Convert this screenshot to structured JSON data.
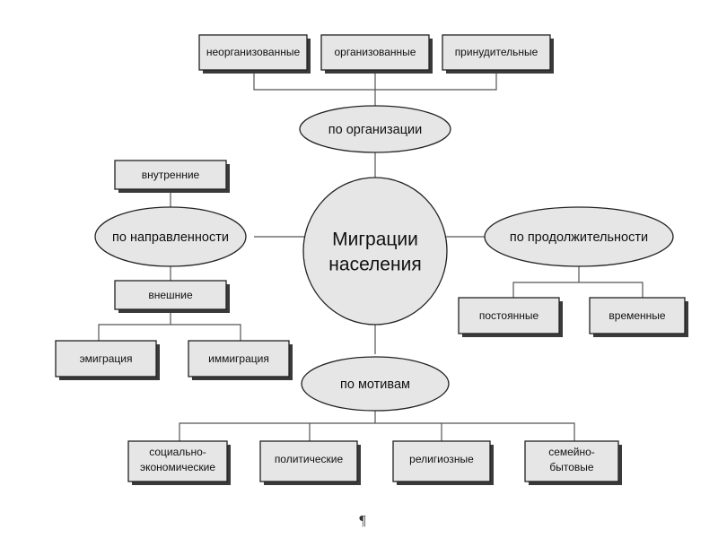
{
  "center": {
    "line1": "Миграции",
    "line2": "населения"
  },
  "organization": {
    "label": "по организации",
    "items": [
      "неорганизованные",
      "организованные",
      "принудительные"
    ]
  },
  "direction": {
    "label": "по направленности",
    "internal": "внутренние",
    "external": "внешние",
    "external_items": [
      "эмиграция",
      "иммиграция"
    ]
  },
  "duration": {
    "label": "по продолжительности",
    "items": [
      "постоянные",
      "временные"
    ]
  },
  "motives": {
    "label": "по мотивам",
    "items": [
      {
        "line1": "социально-",
        "line2": "экономические"
      },
      {
        "line1": "политические",
        "line2": ""
      },
      {
        "line1": "религиозные",
        "line2": ""
      },
      {
        "line1": "семейно-",
        "line2": "бытовые"
      }
    ]
  },
  "footer_mark": "¶",
  "colors": {
    "fill": "#e6e6e6",
    "stroke": "#222222",
    "shadow": "#3a3a3a",
    "connector": "#555555"
  }
}
